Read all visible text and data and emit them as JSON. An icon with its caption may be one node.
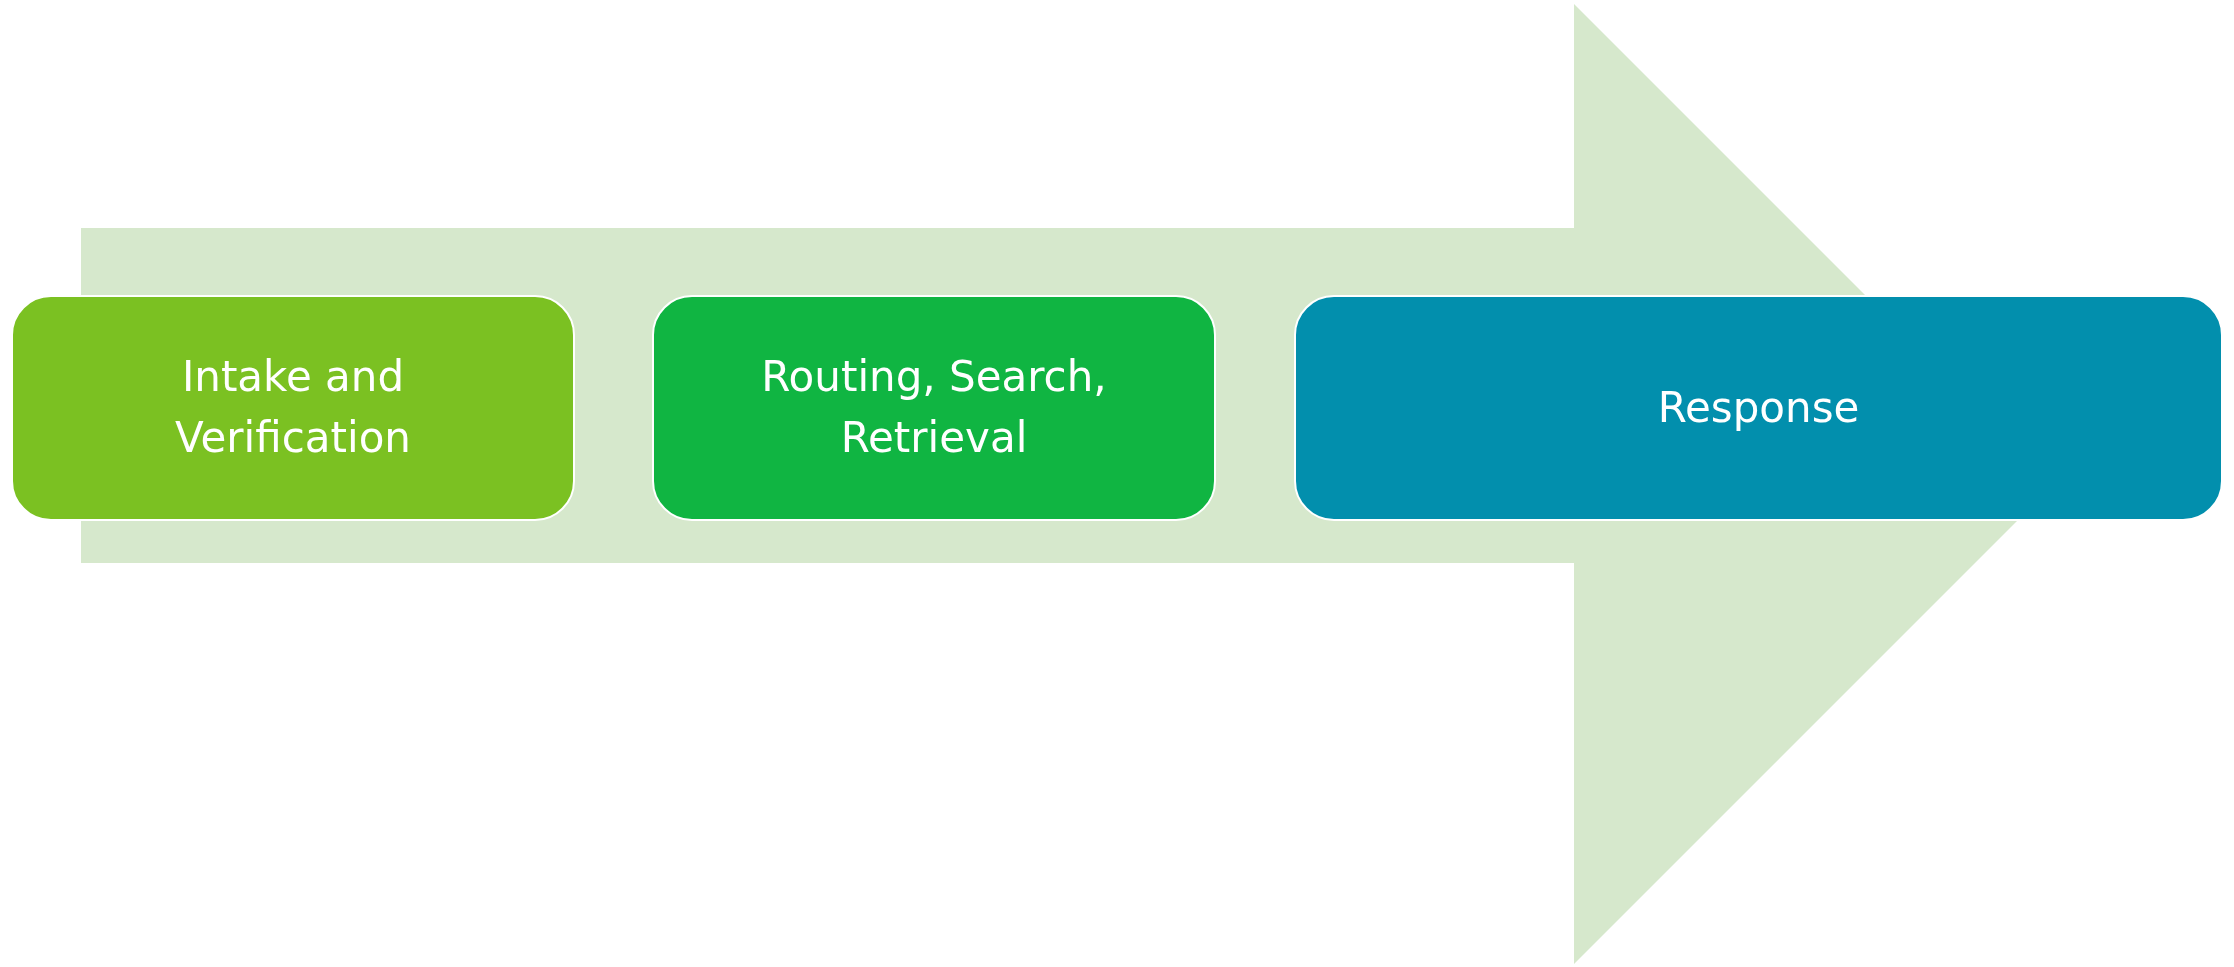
{
  "diagram": {
    "nodes": [
      {
        "text": [
          "Intake and Verification"
        ]
      },
      {
        "text": [
          "Routing, Search, Retrieval"
        ]
      },
      {
        "text": [
          "Response"
        ]
      }
    ],
    "edges": [
      {
        "from": 0,
        "to": 2,
        "arrow": "to"
      }
    ]
  }
}
